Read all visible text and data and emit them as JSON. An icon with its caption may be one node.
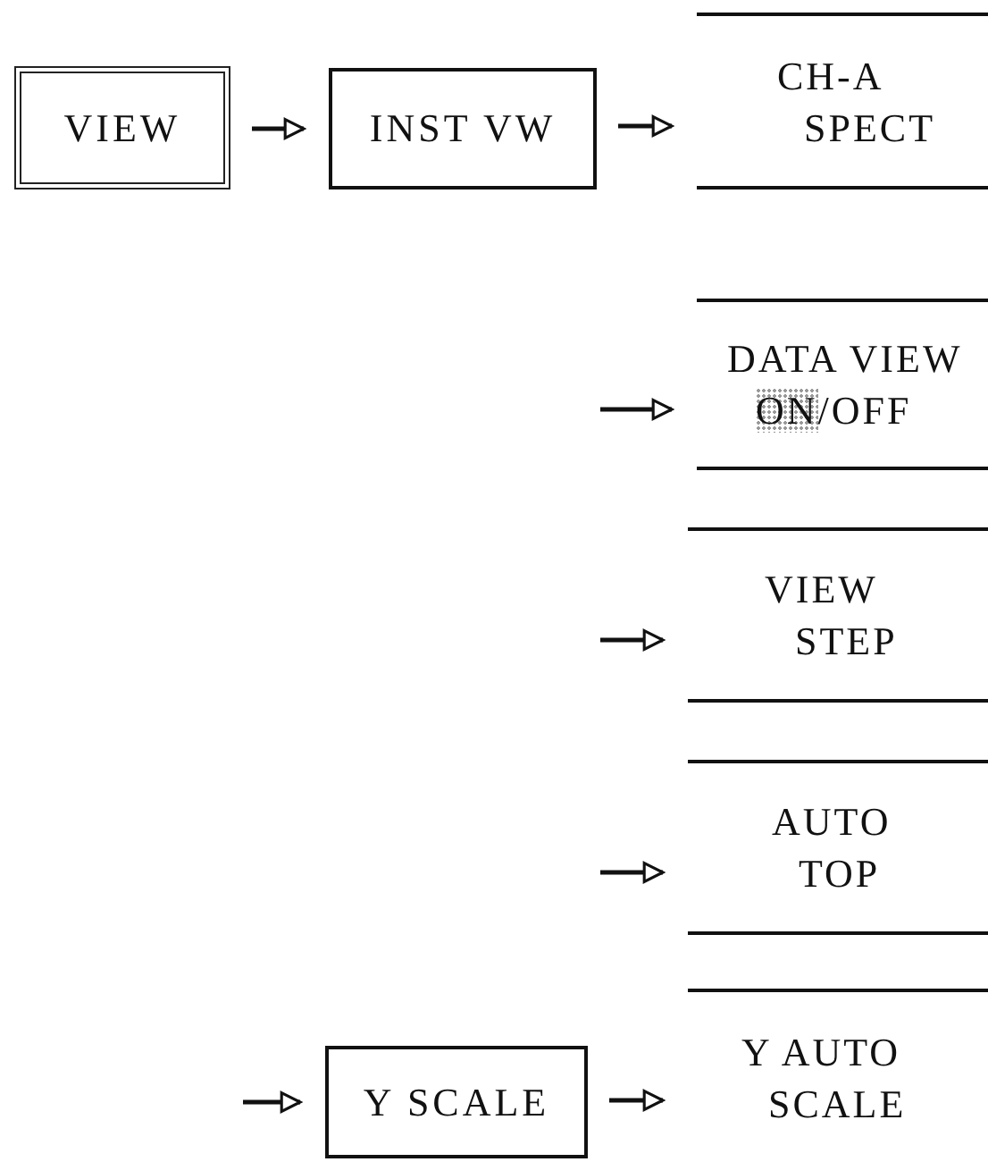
{
  "diagram": {
    "nodes": [
      {
        "text": [
          "VIEW"
        ]
      },
      {
        "text": [
          "INST VW"
        ]
      },
      {
        "text": [
          "CH-A",
          "SPECT"
        ]
      },
      {
        "text": [
          "DATA VIEW",
          "**ON**/OFF"
        ]
      },
      {
        "text": [
          "VIEW",
          "STEP"
        ]
      },
      {
        "text": [
          "AUTO",
          "TOP"
        ]
      },
      {
        "text": [
          "Y SCALE"
        ]
      },
      {
        "text": [
          "Y AUTO",
          "SCALE"
        ]
      }
    ],
    "edges": [
      {
        "from": 0,
        "to": 1,
        "arrow": "to"
      },
      {
        "from": 1,
        "to": 2,
        "arrow": "to"
      },
      {
        "from": null,
        "to": 3,
        "arrow": "to"
      },
      {
        "from": null,
        "to": 4,
        "arrow": "to"
      },
      {
        "from": null,
        "to": 5,
        "arrow": "to"
      },
      {
        "from": null,
        "to": 6,
        "arrow": "to"
      },
      {
        "from": 6,
        "to": 7,
        "arrow": "to"
      }
    ]
  }
}
